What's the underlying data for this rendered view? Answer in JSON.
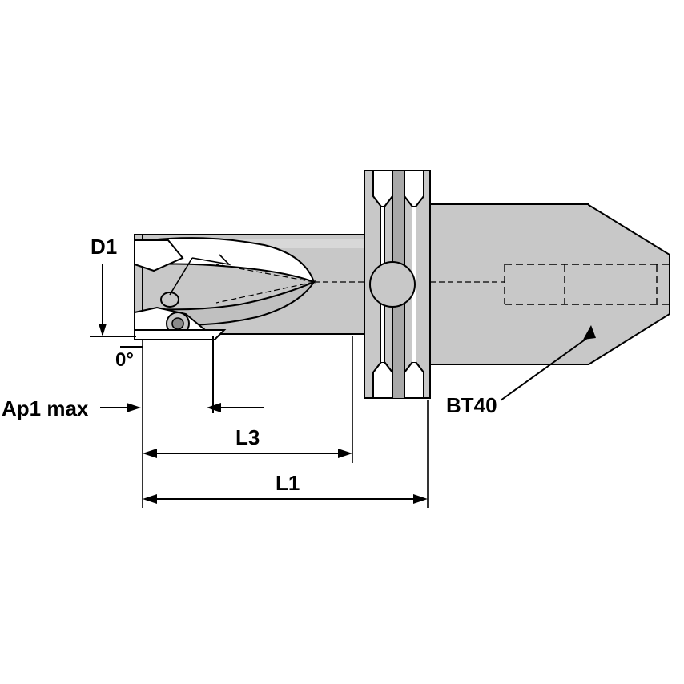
{
  "drawing": {
    "title": "Indexable drill with BT40 taper shank - dimensional diagram",
    "background": "#ffffff",
    "line_color": "#000000",
    "body_fill": "#c8c8c8",
    "highlight_fill": "#d8d8d8",
    "shade_fill": "#a8a8a8",
    "white_fill": "#ffffff",
    "labels": {
      "d1": "D1",
      "angle": "0°",
      "ap1_max": "Ap1 max",
      "l3": "L3",
      "l1": "L1",
      "shank": "BT40"
    }
  }
}
